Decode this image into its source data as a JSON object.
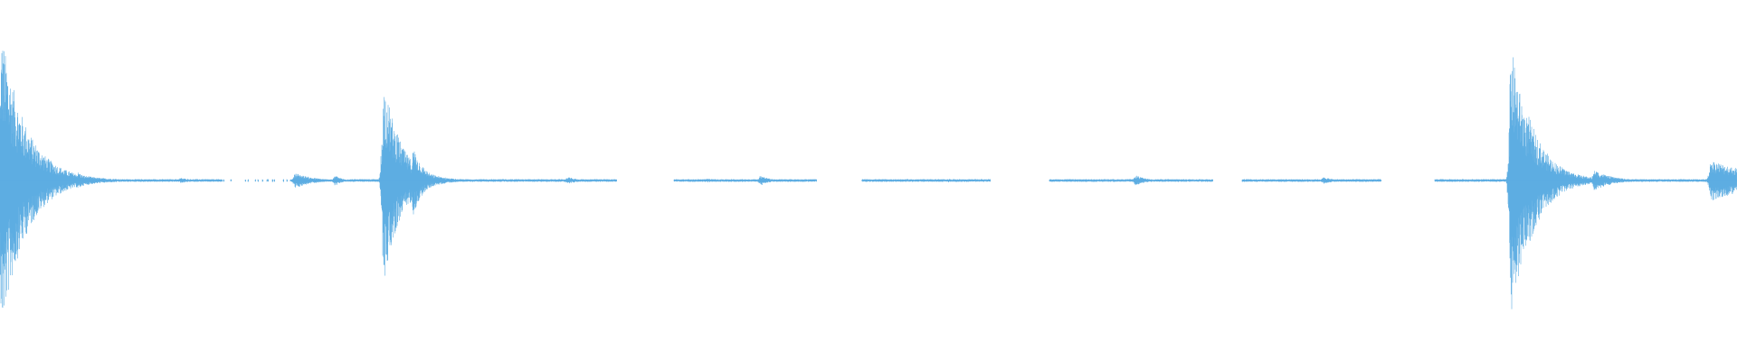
{
  "waveform": {
    "color": "#5dade2",
    "background": "#ffffff",
    "total_duration_fraction": 1.0,
    "segments": [
      {
        "start": 0.0,
        "end": 0.128,
        "kind": "sound"
      },
      {
        "start": 0.128,
        "end": 0.167,
        "kind": "sparse"
      },
      {
        "start": 0.167,
        "end": 0.355,
        "kind": "sound"
      },
      {
        "start": 0.388,
        "end": 0.47,
        "kind": "sound"
      },
      {
        "start": 0.496,
        "end": 0.57,
        "kind": "sound"
      },
      {
        "start": 0.604,
        "end": 0.698,
        "kind": "sound"
      },
      {
        "start": 0.715,
        "end": 0.795,
        "kind": "sound"
      },
      {
        "start": 0.826,
        "end": 0.86,
        "kind": "sound"
      },
      {
        "start": 0.86,
        "end": 1.0,
        "kind": "sound"
      }
    ],
    "peaks": [
      {
        "pos": 0.001,
        "amp": 0.86,
        "decay": 0.014
      },
      {
        "pos": 0.006,
        "amp": 0.35,
        "decay": 0.01
      },
      {
        "pos": 0.016,
        "amp": 0.12,
        "decay": 0.02
      },
      {
        "pos": 0.045,
        "amp": 0.05,
        "decay": 0.005
      },
      {
        "pos": 0.104,
        "amp": 0.015,
        "decay": 0.008
      },
      {
        "pos": 0.17,
        "amp": 0.045,
        "decay": 0.01
      },
      {
        "pos": 0.193,
        "amp": 0.03,
        "decay": 0.004
      },
      {
        "pos": 0.221,
        "amp": 0.58,
        "decay": 0.01
      },
      {
        "pos": 0.238,
        "amp": 0.2,
        "decay": 0.006
      },
      {
        "pos": 0.327,
        "amp": 0.02,
        "decay": 0.006
      },
      {
        "pos": 0.407,
        "amp": 0.012,
        "decay": 0.006
      },
      {
        "pos": 0.438,
        "amp": 0.03,
        "decay": 0.005
      },
      {
        "pos": 0.546,
        "amp": 0.01,
        "decay": 0.006
      },
      {
        "pos": 0.654,
        "amp": 0.03,
        "decay": 0.006
      },
      {
        "pos": 0.762,
        "amp": 0.02,
        "decay": 0.006
      },
      {
        "pos": 0.87,
        "amp": 0.78,
        "decay": 0.012
      },
      {
        "pos": 0.88,
        "amp": 0.38,
        "decay": 0.012
      },
      {
        "pos": 0.918,
        "amp": 0.06,
        "decay": 0.01
      },
      {
        "pos": 0.985,
        "amp": 0.12,
        "decay": 0.03
      }
    ],
    "baseline_amplitude": 0.008
  }
}
